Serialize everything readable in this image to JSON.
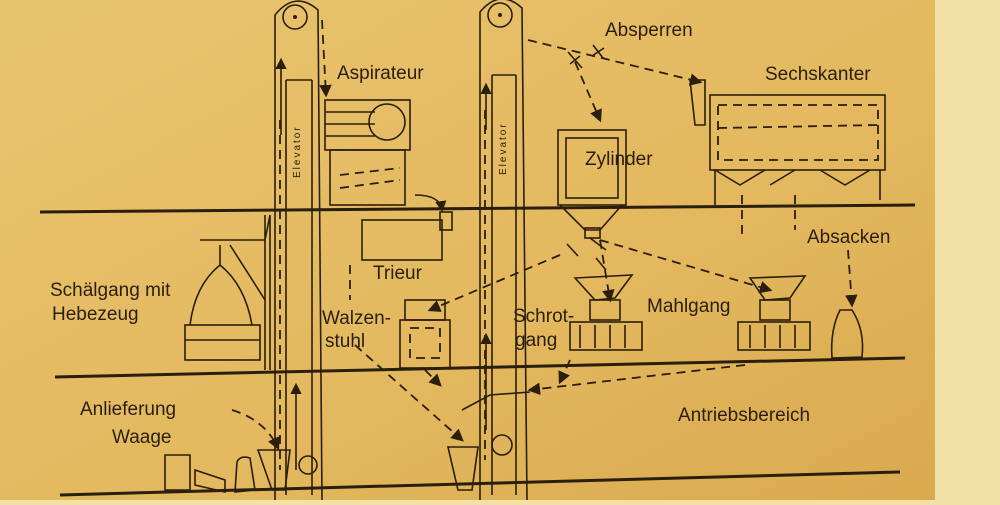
{
  "diagram": {
    "colors": {
      "paper": "#e3b85e",
      "wall": "#f2e0a6",
      "ink": "#2a1e0c"
    },
    "labels": {
      "absperren": "Absperren",
      "aspirateur": "Aspirateur",
      "sechskanter": "Sechskanter",
      "zylinder": "Zylinder",
      "absacken": "Absacken",
      "trieur": "Trieur",
      "schaelgang_1": "Schälgang mit",
      "schaelgang_2": "Hebezeug",
      "walzenstuhl_1": "Walzen-",
      "walzenstuhl_2": "stuhl",
      "schrotgang_1": "Schrot-",
      "schrotgang_2": "gang",
      "mahlgang": "Mahlgang",
      "anlieferung": "Anlieferung",
      "waage": "Waage",
      "antriebsbereich": "Antriebsbereich",
      "elevator_left": "Elevator",
      "elevator_right": "Elevator"
    }
  }
}
